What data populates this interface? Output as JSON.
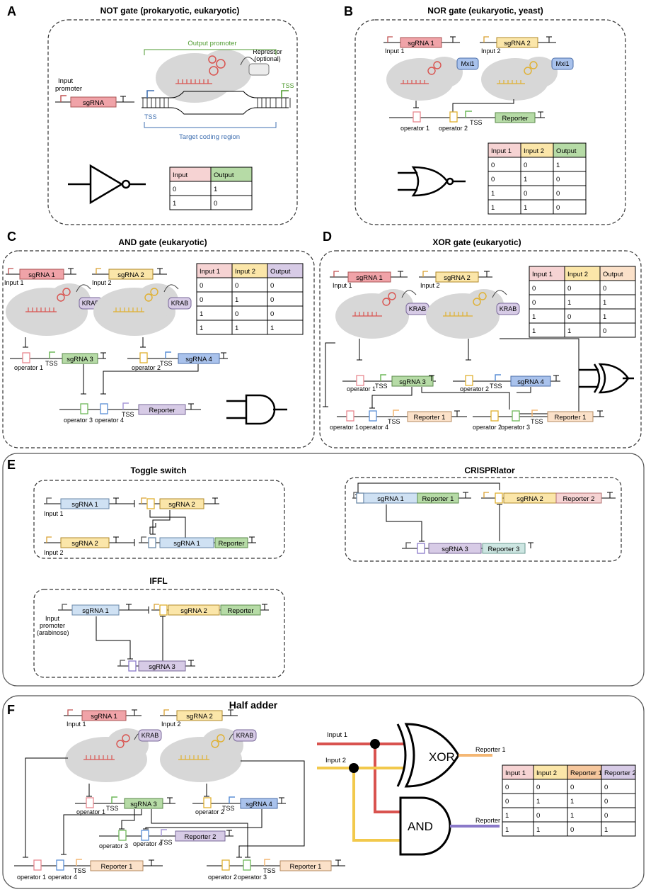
{
  "panels": {
    "A": {
      "letter": "A",
      "title": "NOT gate (prokaryotic, eukaryotic)",
      "input_promoter": [
        "Input",
        "promoter"
      ],
      "sgrna": "sgRNA",
      "output_promoter": "Output promoter",
      "repressor": [
        "Repressor",
        "(optional)"
      ],
      "tss": "TSS",
      "target": "Target coding region",
      "table": [
        [
          "Input",
          "Output"
        ],
        [
          "0",
          "1"
        ],
        [
          "1",
          "0"
        ]
      ]
    },
    "B": {
      "letter": "B",
      "title": "NOR gate (eukaryotic, yeast)",
      "input1": "Input 1",
      "input2": "Input 2",
      "sgrna1": "sgRNA 1",
      "sgrna2": "sgRNA 2",
      "mxi": "Mxi1",
      "op1": "operator 1",
      "op2": "operator 2",
      "tss": "TSS",
      "reporter": "Reporter",
      "table": [
        [
          "Input 1",
          "Input 2",
          "Output"
        ],
        [
          "0",
          "0",
          "1"
        ],
        [
          "0",
          "1",
          "0"
        ],
        [
          "1",
          "0",
          "0"
        ],
        [
          "1",
          "1",
          "0"
        ]
      ]
    },
    "C": {
      "letter": "C",
      "title": "AND gate (eukaryotic)",
      "input1": "Input 1",
      "input2": "Input 2",
      "sgrna1": "sgRNA 1",
      "sgrna2": "sgRNA 2",
      "sgrna3": "sgRNA 3",
      "sgrna4": "sgRNA 4",
      "krab": "KRAB",
      "op1": "operator 1",
      "op2": "operator 2",
      "op3": "operator 3",
      "op4": "operator 4",
      "tss": "TSS",
      "reporter": "Reporter",
      "table": [
        [
          "Input 1",
          "Input 2",
          "Output"
        ],
        [
          "0",
          "0",
          "0"
        ],
        [
          "0",
          "1",
          "0"
        ],
        [
          "1",
          "0",
          "0"
        ],
        [
          "1",
          "1",
          "1"
        ]
      ]
    },
    "D": {
      "letter": "D",
      "title": "XOR gate (eukaryotic)",
      "input1": "Input 1",
      "input2": "Input 2",
      "sgrna1": "sgRNA 1",
      "sgrna2": "sgRNA 2",
      "sgrna3": "sgRNA 3",
      "sgrna4": "sgRNA 4",
      "krab": "KRAB",
      "op1": "operator 1",
      "op2": "operator 2",
      "op3": "operator 3",
      "op4": "operator 4",
      "tss": "TSS",
      "reporter1": "Reporter 1",
      "table": [
        [
          "Input 1",
          "Input 2",
          "Output"
        ],
        [
          "0",
          "0",
          "0"
        ],
        [
          "0",
          "1",
          "1"
        ],
        [
          "1",
          "0",
          "1"
        ],
        [
          "1",
          "1",
          "0"
        ]
      ]
    },
    "E": {
      "letter": "E",
      "toggle_title": "Toggle switch",
      "crisprlator_title": "CRISPRlator",
      "iffl_title": "IFFL",
      "input1": "Input 1",
      "input2": "Input 2",
      "sgrna1": "sgRNA 1",
      "sgrna2": "sgRNA 2",
      "sgrna3": "sgRNA 3",
      "reporter": "Reporter",
      "reporter1": "Reporter 1",
      "reporter2": "Reporter 2",
      "reporter3": "Reporter 3",
      "iffl_input": [
        "Input",
        "promoter",
        "(arabinose)"
      ]
    },
    "F": {
      "letter": "F",
      "title": "Half adder",
      "input1": "Input 1",
      "input2": "Input 2",
      "sgrna1": "sgRNA 1",
      "sgrna2": "sgRNA 2",
      "sgrna3": "sgRNA 3",
      "sgrna4": "sgRNA 4",
      "krab": "KRAB",
      "op1": "operator 1",
      "op2": "operator 2",
      "op3": "operator 3",
      "op4": "operator 4",
      "tss": "TSS",
      "reporter1": "Reporter 1",
      "reporter2": "Reporter 2",
      "xor": "XOR",
      "and": "AND",
      "table": [
        [
          "Input 1",
          "Input 2",
          "Reporter 1",
          "Reporter 2"
        ],
        [
          "0",
          "0",
          "0",
          "0"
        ],
        [
          "0",
          "1",
          "1",
          "0"
        ],
        [
          "1",
          "0",
          "1",
          "0"
        ],
        [
          "1",
          "1",
          "0",
          "1"
        ]
      ]
    }
  },
  "colors": {
    "red": "#e8878f",
    "red_fill": "#f4c4c8",
    "yellow": "#f2c861",
    "yellow_fill": "#fbe6a9",
    "green_fill": "#b6dba6",
    "blue_fill": "#a9c2ec",
    "lightblue_fill": "#cfe1f3",
    "purple_fill": "#d7cbe6",
    "peach_fill": "#fbe1c9",
    "pink_fill": "#f6d3d3",
    "teal_fill": "#cde6e2",
    "gray_blob": "#d7d7d7",
    "out_green": "#4e9a2f",
    "out_blue": "#3f6fb0",
    "line_red": "#d9534f",
    "line_yellow": "#f2c94c",
    "line_orange": "#f4b774",
    "line_purple": "#8a79c9"
  }
}
